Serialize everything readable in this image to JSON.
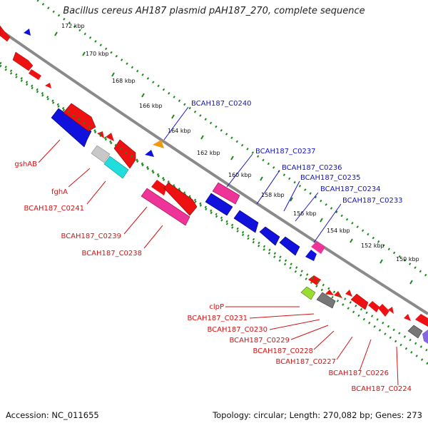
{
  "title": "Bacillus cereus AH187 plasmid pAH187_270, complete sequence",
  "footer": {
    "accession": "Accession: NC_011655",
    "summary": "Topology: circular; Length: 270,082 bp; Genes: 273"
  },
  "ticks": [
    "172 kbp",
    "170 kbp",
    "168 kbp",
    "166 kbp",
    "164 kbp",
    "162 kbp",
    "160 kbp",
    "158 kbp",
    "156 kbp",
    "154 kbp",
    "152 kbp",
    "150 kbp"
  ],
  "forward_labels": [
    "BCAH187_C0240",
    "BCAH187_C0237",
    "BCAH187_C0236",
    "BCAH187_C0235",
    "BCAH187_C0234",
    "BCAH187_C0233"
  ],
  "reverse_labels": [
    "gshAB",
    "fghA",
    "BCAH187_C0241",
    "BCAH187_C0239",
    "BCAH187_C0238",
    "clpP",
    "BCAH187_C0231",
    "BCAH187_C0230",
    "BCAH187_C0229",
    "BCAH187_C0228",
    "BCAH187_C0227",
    "BCAH187_C0226",
    "BCAH187_C0224"
  ],
  "colors": {
    "backbone": "#8a8a8a",
    "tick_ring": "#1a8a1a",
    "forward_label": "#1414c8",
    "reverse_label": "#d21414",
    "gene_red": "#ee1111",
    "gene_blue": "#1111dd",
    "gene_pink": "#ee3399",
    "gene_cyan": "#22dddd",
    "gene_grey": "#777777",
    "gene_orange": "#ee9911",
    "gene_lime": "#99dd33"
  }
}
